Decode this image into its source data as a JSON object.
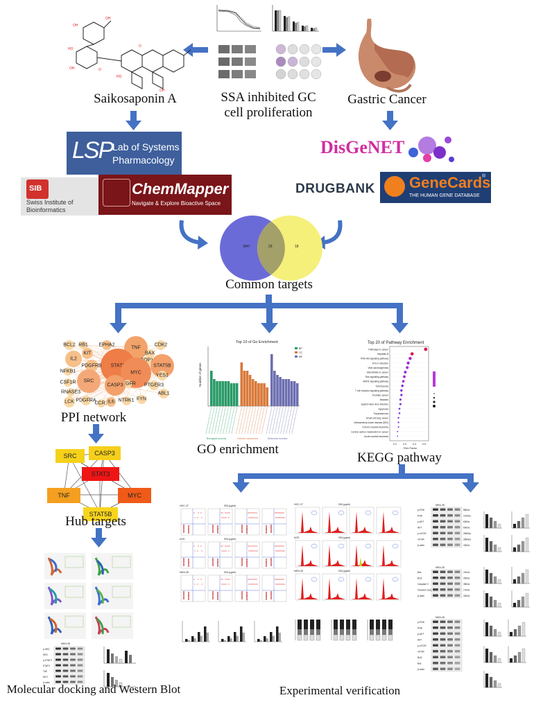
{
  "captions": {
    "saikosaponin": "Saikosaponin A",
    "proliferation_line1": "SSA inhibited GC",
    "proliferation_line2": "cell proliferation",
    "gastric": "Gastric Cancer",
    "common": "Common targets",
    "ppi": "PPI network",
    "go": "GO enrichment",
    "kegg": "KEGG pathway",
    "hub": "Hub targets",
    "docking": "Molecular docking and Western Blot",
    "experimental": "Experimental verification"
  },
  "databases": {
    "lsp_abbr": "LSP",
    "lsp_line1": "Lab of Systems",
    "lsp_line2": "Pharmacology",
    "sib_abbr": "SIB",
    "sib_line1": "Swiss Institute of",
    "sib_line2": "Bioinformatics",
    "chemmapper": "ChemMapper",
    "chemmapper_sub": "Navigate & Explore Bioactive Space",
    "disgenet": "DisGeNET",
    "drugbank": "DRUGBANK",
    "genecards": "GeneCards",
    "genecards_sub": "THE HUMAN GENE DATABASE",
    "genecards_reg": "®"
  },
  "venn": {
    "left": "3847",
    "overlap": "29",
    "right": "18"
  },
  "go_chart": {
    "title": "Top 10 of Go Enrichment",
    "ylabel": "Number of genes",
    "legend": [
      "BP",
      "CC",
      "MF"
    ],
    "colors": [
      "#2a9a68",
      "#d9793a",
      "#6d6fb0"
    ],
    "group_labels": [
      "Biological process",
      "Cellular component",
      "Molecular function"
    ],
    "bp": [
      17,
      13,
      12,
      12,
      12,
      12,
      12,
      11,
      11,
      11
    ],
    "cc": [
      21,
      17,
      17,
      15,
      13,
      12,
      11,
      11,
      11,
      9
    ],
    "mf": [
      25,
      17,
      15,
      14,
      13,
      13,
      13,
      12,
      12,
      11
    ]
  },
  "kegg_chart": {
    "title": "Top 20 of Pathway Enrichment",
    "xlabel": "Rich Factor",
    "xticks": [
      "0.2",
      "0.3",
      "0.4",
      "0.5"
    ],
    "pathways": [
      "Pathways in cancer",
      "Hepatitis B",
      "PI3K-Akt signaling pathway",
      "HTLV-I infection",
      "Viral carcinogenesis",
      "MicroRNAs in cancer",
      "Ras signaling pathway",
      "MAPK signaling pathway",
      "Tuberculosis",
      "T cell receptor signaling pathway",
      "Prostate cancer",
      "Measles",
      "Epstein-Barr virus infection",
      "Apoptosis",
      "Toxoplasmosis",
      "Small cell lung cancer",
      "Inflammatory bowel disease (IBD)",
      "Chronic myeloid leukemia",
      "Central carbon metabolism in cancer",
      "Acute myeloid leukemia"
    ],
    "rich_factor": [
      0.52,
      0.38,
      0.36,
      0.34,
      0.33,
      0.31,
      0.3,
      0.29,
      0.28,
      0.27,
      0.27,
      0.26,
      0.26,
      0.25,
      0.25,
      0.24,
      0.24,
      0.24,
      0.23,
      0.23
    ]
  },
  "ppi_nodes": [
    {
      "label": "BCL2",
      "c": "#f9d7a6",
      "s": 14
    },
    {
      "label": "RB1",
      "c": "#f9d7a6",
      "s": 12
    },
    {
      "label": "EPHA2",
      "c": "#f6c08a",
      "s": 14
    },
    {
      "label": "TNF",
      "c": "#f2a36a",
      "s": 34
    },
    {
      "label": "CDK2",
      "c": "#f9d7a6",
      "s": 14
    },
    {
      "label": "KIT",
      "c": "#f6c08a",
      "s": 16
    },
    {
      "label": "BAX",
      "c": "#f9d7a6",
      "s": 13
    },
    {
      "label": "IL2",
      "c": "#f6c08a",
      "s": 24
    },
    {
      "label": "TOP1",
      "c": "#f9d7a6",
      "s": 13
    },
    {
      "label": "STAT3",
      "c": "#ee7d47",
      "s": 50
    },
    {
      "label": "STAT5B",
      "c": "#f3a06b",
      "s": 34
    },
    {
      "label": "PDGFRB",
      "c": "#f6c08a",
      "s": 18
    },
    {
      "label": "NFKB1",
      "c": "#f9d7a6",
      "s": 12
    },
    {
      "label": "MYC",
      "c": "#f08c57",
      "s": 44
    },
    {
      "label": "YES1",
      "c": "#f9d7a6",
      "s": 14
    },
    {
      "label": "SRC",
      "c": "#f4a877",
      "s": 34
    },
    {
      "label": "CSF1R",
      "c": "#f9d7a6",
      "s": 12
    },
    {
      "label": "PTGFR",
      "c": "#f9d7a6",
      "s": 12
    },
    {
      "label": "PTGER3",
      "c": "#f9d7a6",
      "s": 14
    },
    {
      "label": "RNASE3",
      "c": "#f9d7a6",
      "s": 12
    },
    {
      "label": "CASP3",
      "c": "#f3a06b",
      "s": 30
    },
    {
      "label": "ABL1",
      "c": "#f9d7a6",
      "s": 14
    },
    {
      "label": "LCK",
      "c": "#f9d7a6",
      "s": 16
    },
    {
      "label": "PDGFRA",
      "c": "#f9d7a6",
      "s": 14
    },
    {
      "label": "CCR1",
      "c": "#f9d7a6",
      "s": 12
    },
    {
      "label": "IL6",
      "c": "#f6c08a",
      "s": 14
    },
    {
      "label": "NTRK1",
      "c": "#f9d7a6",
      "s": 13
    },
    {
      "label": "FYN",
      "c": "#f9d7a6",
      "s": 13
    }
  ],
  "hub_nodes": [
    {
      "label": "SRC",
      "c": "#f5d11a"
    },
    {
      "label": "CASP3",
      "c": "#f5cf1b"
    },
    {
      "label": "STAT3",
      "c": "#f01515"
    },
    {
      "label": "TNF",
      "c": "#f59f20"
    },
    {
      "label": "MYC",
      "c": "#f05a18"
    },
    {
      "label": "STAT5B",
      "c": "#f8d51d"
    }
  ],
  "wb_header": "MKN-28",
  "wb_rows_right": [
    "p-PI3K",
    "PI3K",
    "p-AKT",
    "AKT",
    "p-mTOR",
    "mTOR",
    "β-actin"
  ],
  "wb_rows_mid": [
    "Bax",
    "Bcl2",
    "Caspase 3",
    "Cleaved Caspase 3",
    "β-actin"
  ],
  "wb_rows_bottom": [
    "p-PI3K",
    "PI3K",
    "p-AKT",
    "AKT",
    "p-mTOR",
    "mTOR",
    "Bcl2",
    "Bax",
    "β-actin"
  ],
  "wb_rows_docking": [
    "p-SRC",
    "SRC",
    "p-STAT3",
    "STAT3",
    "TNF",
    "MYC",
    "β-actin"
  ],
  "cell_lines": [
    "HGC-27",
    "AGS",
    "MKN-28"
  ],
  "ssa_label": "SSA (μg/ml)",
  "kda_right": [
    "85kDa",
    "110kDa",
    "60kDa",
    "60kDa",
    "289kDa",
    "289kDa",
    "42kDa"
  ],
  "kda_mid": [
    "21kDa",
    "26kDa",
    "35kDa",
    "17kDa",
    "42kDa"
  ]
}
